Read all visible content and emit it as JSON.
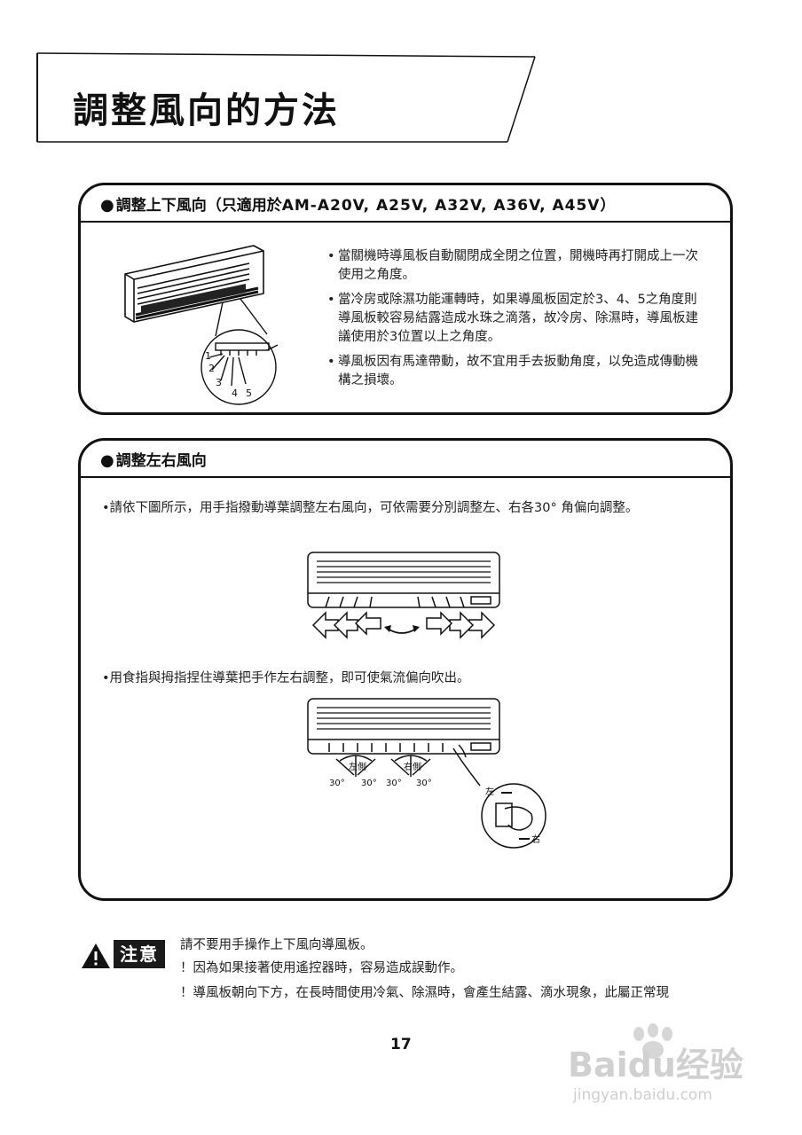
{
  "title": "調整風向的方法",
  "section1": {
    "heading": "調整上下風向（只適用於",
    "models": "AM-A20V, A25V, A32V, A36V, A45V）",
    "bullets": [
      "當關機時導風板自動關閉成全閉之位置，開機時再打開成上一次使用之角度。",
      "當冷房或除濕功能運轉時，如果導風板固定於3、4、5之角度則導風板較容易結露造成水珠之滴落，故冷房、除濕時，導風板建議使用於3位置以上之角度。",
      "導風板因有馬達帶動，故不宜用手去扳動角度，以免造成傳動機構之損壞。"
    ],
    "diagram_numbers": [
      "1",
      "2",
      "3",
      "4",
      "5"
    ]
  },
  "section2": {
    "heading": "調整左右風向",
    "text1": "•請依下圖所示，用手指撥動導葉調整左右風向，可依需要分別調整左、右各30° 角偏向調整。",
    "text2": "•用食指與拇指捏住導葉把手作左右調整，即可使氣流偏向吹出。",
    "diagram2_labels": {
      "left_side": "左側",
      "right_side": "右側",
      "angles": [
        "30°",
        "30°",
        "30°",
        "30°"
      ],
      "hand_left": "左",
      "hand_right": "右"
    }
  },
  "caution": {
    "label": "注意",
    "lines": [
      "請不要用手操作上下風向導風板。",
      "！因為如果接著使用遙控器時，容易造成誤動作。",
      "！導風板朝向下方，在長時間使用冷氣、除濕時，會產生結露、滴水現象，此屬正常現"
    ]
  },
  "page_number": "17",
  "watermark": {
    "brand": "Baidu经验",
    "url": "jingyan.baidu.com"
  }
}
